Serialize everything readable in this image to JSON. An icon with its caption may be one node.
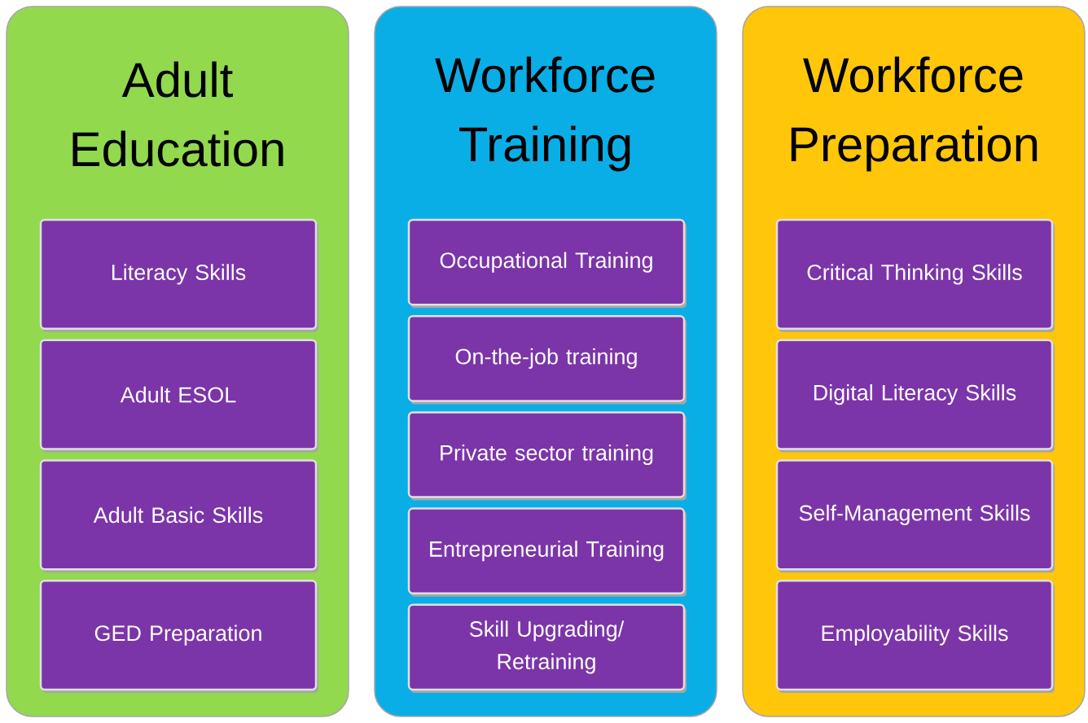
{
  "diagram": {
    "nodes": [
      {
        "text": [
          "Adult Education"
        ]
      },
      {
        "text": [
          "Literacy Skills"
        ],
        "in": 0
      },
      {
        "text": [
          "Adult ESOL"
        ],
        "in": 0
      },
      {
        "text": [
          "Adult Basic Skills"
        ],
        "in": 0
      },
      {
        "text": [
          "GED Preparation"
        ],
        "in": 0
      },
      {
        "text": [
          "Workforce Training"
        ]
      },
      {
        "text": [
          "Occupational Training"
        ],
        "in": 5
      },
      {
        "text": [
          "On-the-job training"
        ],
        "in": 5
      },
      {
        "text": [
          "Private sector training"
        ],
        "in": 5
      },
      {
        "text": [
          "Entrepreneurial Training"
        ],
        "in": 5
      },
      {
        "text": [
          "Skill Upgrading/ Retraining"
        ],
        "in": 5
      },
      {
        "text": [
          "Workforce Preparation"
        ]
      },
      {
        "text": [
          "Critical Thinking Skills"
        ],
        "in": 11
      },
      {
        "text": [
          "Digital Literacy Skills"
        ],
        "in": 11
      },
      {
        "text": [
          "Self-Management Skills"
        ],
        "in": 11
      },
      {
        "text": [
          "Employability Skills"
        ],
        "in": 11
      }
    ]
  }
}
